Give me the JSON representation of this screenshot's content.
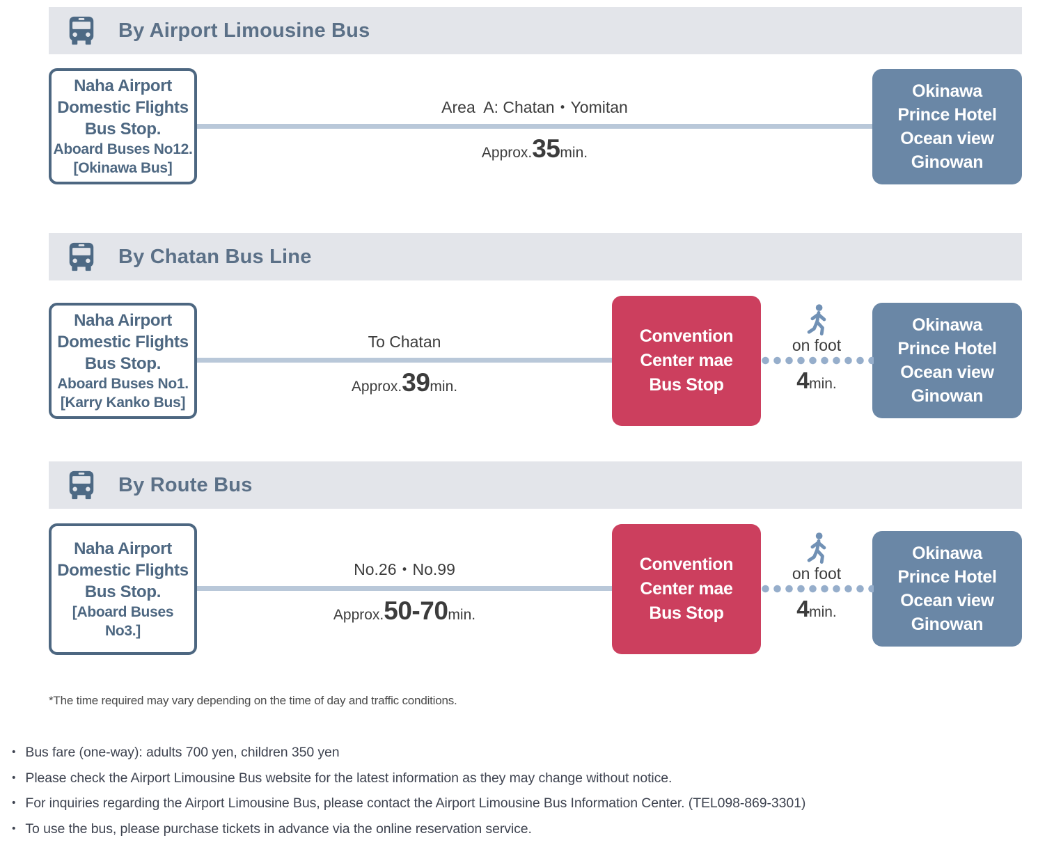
{
  "palette": {
    "header_bg": "#e3e5ea",
    "header_text": "#5b7087",
    "stop_outline": "#4d6781",
    "destination_bg": "#6a87a6",
    "transfer_bg": "#cc3f5e",
    "bus_line": "#b9c8d9",
    "walk_dots": "#96aecb",
    "walker_icon": "#7191b5",
    "body_text": "#3c3c3c"
  },
  "sections": [
    {
      "header": "By Airport Limousine Bus",
      "origin": {
        "lines": [
          "Naha Airport",
          "Domestic Flights",
          "Bus Stop.",
          "Aboard Buses No12.",
          "[Okinawa Bus]"
        ]
      },
      "bus": {
        "route": "Area  A: Chatan・Yomitan",
        "approx": "Approx.",
        "time": "35",
        "unit": "min."
      },
      "destination": {
        "lines": [
          "Okinawa",
          "Prince Hotel",
          "Ocean view",
          "Ginowan"
        ]
      }
    },
    {
      "header": "By Chatan Bus Line",
      "origin": {
        "lines": [
          "Naha Airport",
          "Domestic Flights",
          "Bus Stop.",
          "Aboard Buses No1.",
          "[Karry Kanko Bus]"
        ]
      },
      "bus": {
        "route": "To Chatan",
        "approx": "Approx.",
        "time": "39",
        "unit": "min."
      },
      "transfer": {
        "lines": [
          "Convention",
          "Center mae",
          "Bus Stop"
        ]
      },
      "walk": {
        "label": "on foot",
        "time": "4",
        "unit": "min."
      },
      "destination": {
        "lines": [
          "Okinawa",
          "Prince Hotel",
          "Ocean view",
          "Ginowan"
        ]
      }
    },
    {
      "header": "By Route Bus",
      "origin": {
        "lines": [
          "Naha Airport",
          "Domestic Flights",
          "Bus Stop.",
          "[Aboard Buses No3.]"
        ]
      },
      "bus": {
        "route": "No.26・No.99",
        "approx": "Approx.",
        "time": "50-70",
        "unit": "min."
      },
      "transfer": {
        "lines": [
          "Convention",
          "Center mae",
          "Bus Stop"
        ]
      },
      "walk": {
        "label": "on foot",
        "time": "4",
        "unit": "min."
      },
      "destination": {
        "lines": [
          "Okinawa",
          "Prince Hotel",
          "Ocean view",
          "Ginowan"
        ]
      }
    }
  ],
  "note": "*The time required may vary depending on the time of day and traffic conditions.",
  "footer": {
    "marker": "・",
    "items": [
      "Bus fare (one-way): adults 700 yen, children 350 yen",
      "Please check the Airport Limousine Bus website for the latest information as they may change without notice.",
      "For inquiries regarding the Airport Limousine Bus, please contact the Airport Limousine Bus Information Center. (TEL098-869-3301)",
      "To use the bus, please purchase tickets in advance via the online reservation service."
    ]
  }
}
